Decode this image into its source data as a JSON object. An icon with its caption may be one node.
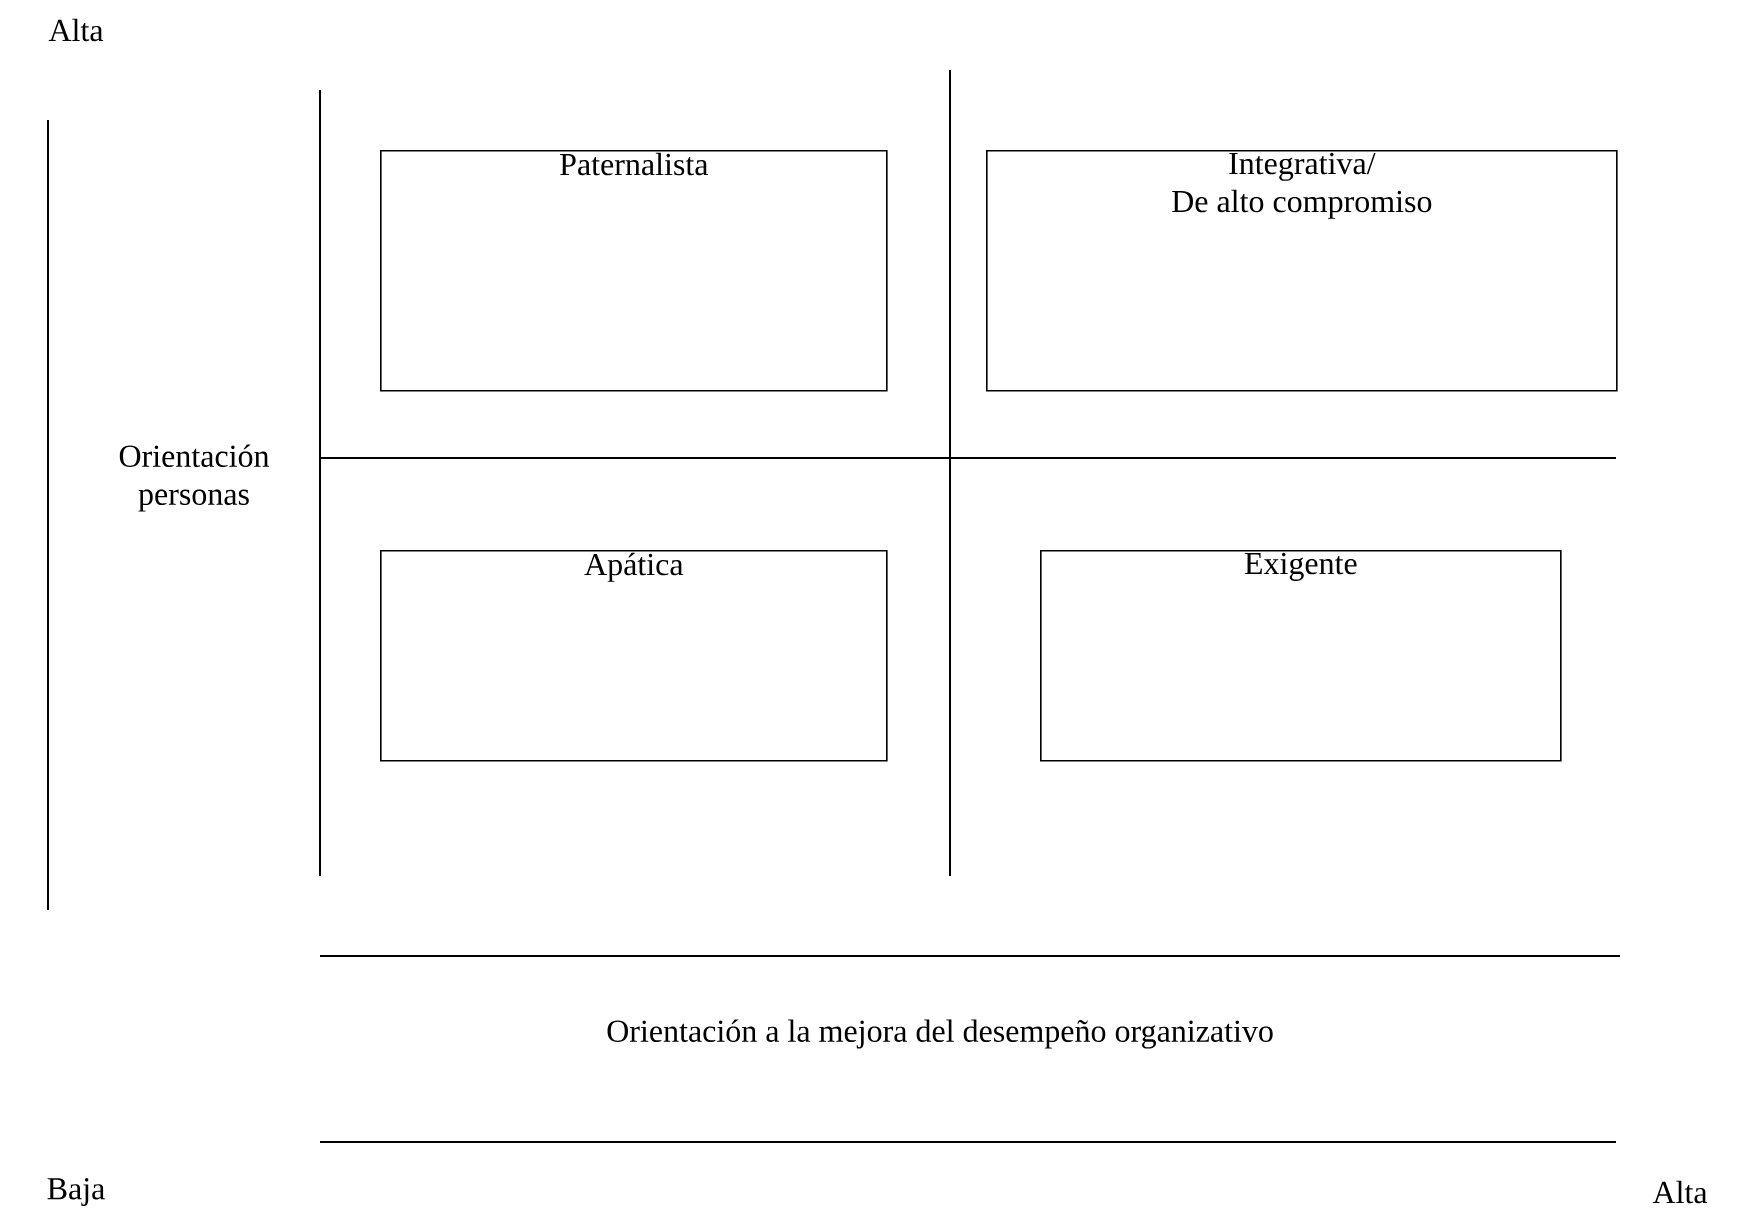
{
  "diagram": {
    "nodes": [
      {
        "text": [
          "Paternalista"
        ]
      },
      {
        "text": [
          "Integrativa/",
          "De alto compromiso"
        ]
      },
      {
        "text": [
          "Apática"
        ]
      },
      {
        "text": [
          "Exigente"
        ]
      }
    ],
    "labels": [
      "Alta",
      "Orientación personas",
      "Orientación a la mejora del desempeño organizativo",
      "Baja",
      "Alta"
    ]
  }
}
